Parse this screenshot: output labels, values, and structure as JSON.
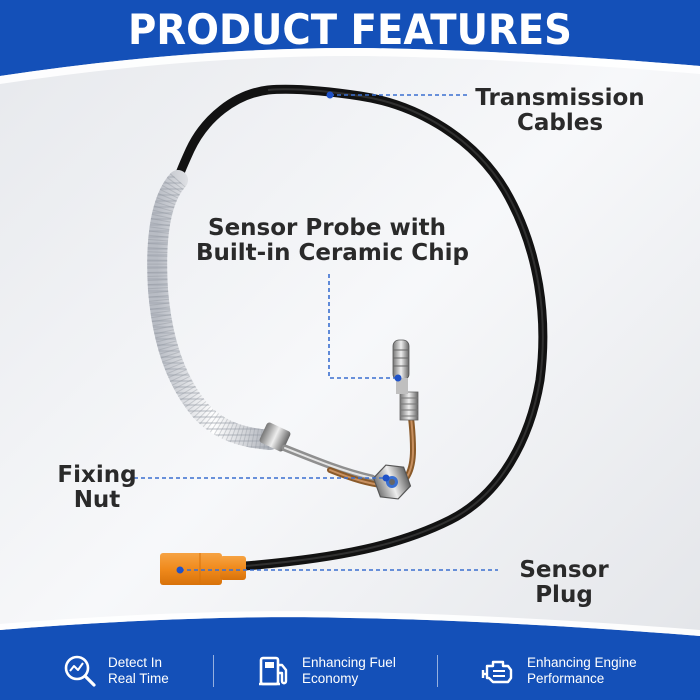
{
  "header": {
    "title": "PRODUCT FEATURES"
  },
  "callouts": {
    "transmission": {
      "line1": "Transmission",
      "line2": "Cables"
    },
    "probe": {
      "line1": "Sensor Probe with",
      "line2": "Built-in Ceramic Chip"
    },
    "nut": {
      "line1": "Fixing",
      "line2": "Nut"
    },
    "plug": {
      "line1": "Sensor",
      "line2": "Plug"
    }
  },
  "footer": {
    "features": [
      {
        "icon": "chart-magnifier-icon",
        "line1": "Detect In",
        "line2": "Real Time"
      },
      {
        "icon": "fuel-pump-icon",
        "line1": "Enhancing Fuel",
        "line2": "Economy"
      },
      {
        "icon": "engine-icon",
        "line1": "Enhancing Engine",
        "line2": "Performance"
      }
    ]
  },
  "colors": {
    "brand_blue": "#1450b8",
    "accent_dash": "#3a6fd0",
    "plug_orange": "#f08a1c",
    "text_dark": "#2a2a2a"
  }
}
